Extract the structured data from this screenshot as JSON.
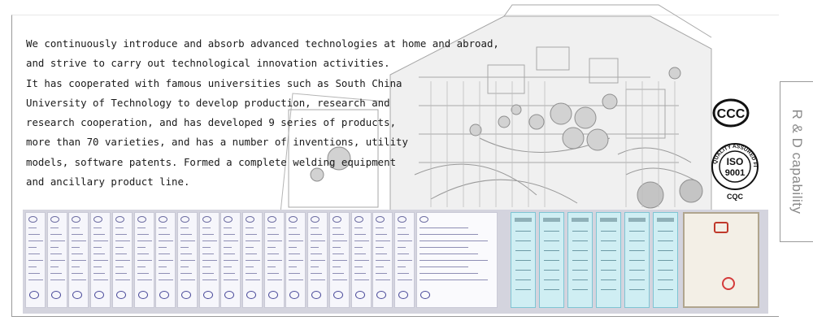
{
  "intro": {
    "lines": [
      "We continuously introduce and absorb advanced technologies at home and abroad,",
      "and strive to carry out technological innovation activities.",
      "It has cooperated with famous universities such as South China",
      "University of Technology to develop production, research and",
      "research cooperation, and has developed 9 series of products,",
      "more than 70 varieties, and has a number of inventions, utility",
      "models, software patents. Formed a complete welding equipment",
      "and ancillary product line."
    ]
  },
  "sidebar": {
    "title": "R & D capability"
  },
  "logos": {
    "ccc": "CCC",
    "iso_ring": "QUALITY ASSURED FIRM",
    "iso_main": "ISO",
    "iso_number": "9001",
    "iso_sub": "CQC"
  },
  "icons": {
    "ccc": "ccc-mark-icon",
    "iso": "iso-9001-badge-icon"
  },
  "colors": {
    "text": "#1a1a1a",
    "sidebar_text": "#8a8a8a",
    "border": "#9a9a9a",
    "cert_blue": "#cfeef3",
    "cert_lavender": "#f6f6fb",
    "stamp_red": "#d43b3b"
  },
  "certificates": {
    "ccc_count": 19,
    "software_count": 6,
    "ip_count": 1
  }
}
